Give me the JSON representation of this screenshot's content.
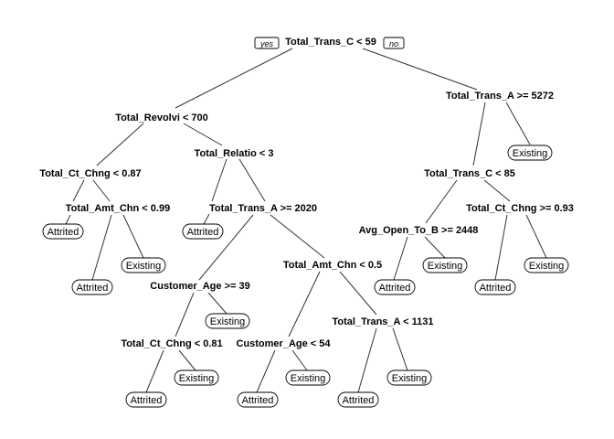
{
  "branch_labels": {
    "yes": "yes",
    "no": "no"
  },
  "splits": {
    "root": "Total_Trans_C < 59",
    "n2": "Total_Revolvi < 700",
    "n3": "Total_Trans_A >= 5272",
    "n4": "Total_Ct_Chng < 0.87",
    "n5": "Total_Relatio < 3",
    "n6": "Total_Trans_C < 85",
    "n8": "Total_Amt_Chn < 0.99",
    "n11": "Total_Trans_A >= 2020",
    "n12": "Avg_Open_To_B >= 2448",
    "n13": "Total_Ct_Chng >= 0.93",
    "n22": "Customer_Age >= 39",
    "n23": "Total_Amt_Chn < 0.5",
    "n44": "Total_Ct_Chng < 0.81",
    "n46": "Customer_Age < 54",
    "n47": "Total_Trans_A < 1131"
  },
  "leaves": {
    "l_existing_top": "Existing",
    "l_attr_1": "Attrited",
    "l_attr_rel": "Attrited",
    "l_attr_2": "Attrited",
    "l_exist_amt": "Existing",
    "l_attr_avg": "Attrited",
    "l_exist_avg": "Existing",
    "l_attr_ct": "Attrited",
    "l_exist_ct": "Existing",
    "l_exist_age39": "Existing",
    "l_attr_ct81": "Attrited",
    "l_exist_ct81": "Existing",
    "l_attr_age54": "Attrited",
    "l_exist_age54": "Existing",
    "l_attr_1131": "Attrited",
    "l_exist_1131": "Existing"
  }
}
